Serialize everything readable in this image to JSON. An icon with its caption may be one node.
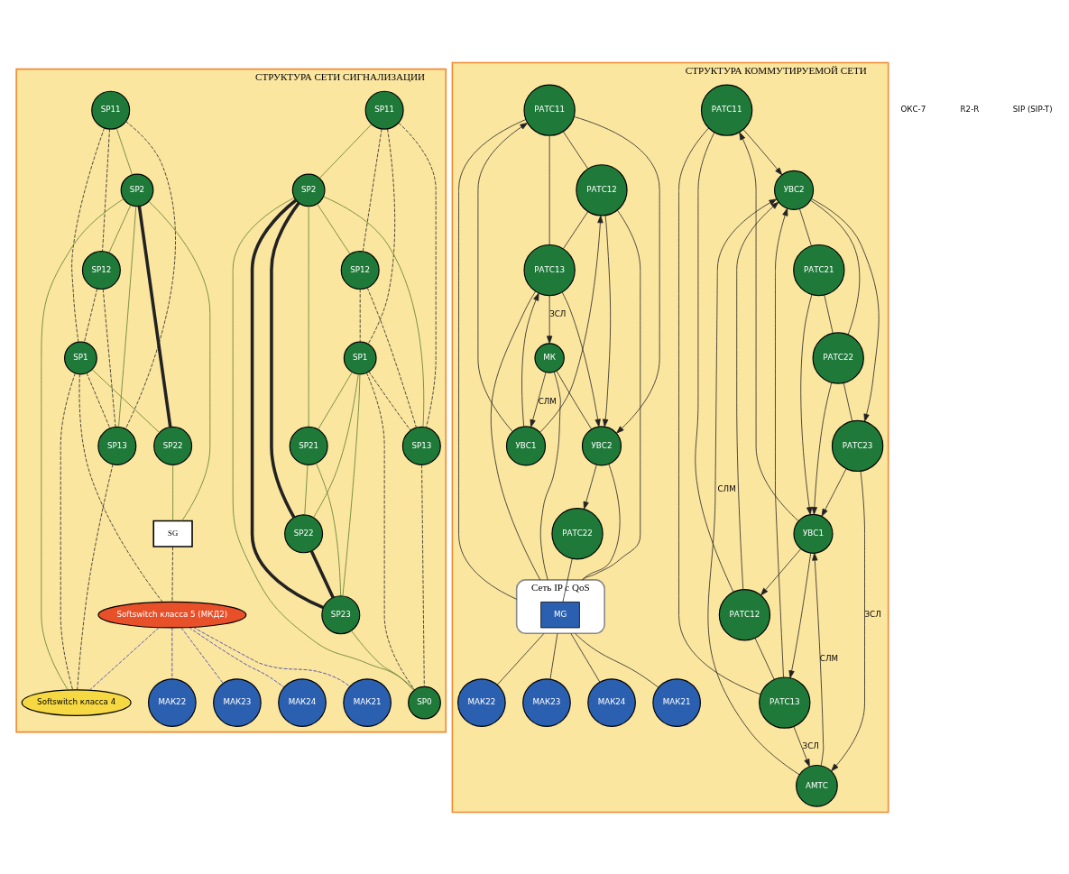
{
  "diagram": {
    "nodes": [
      {
        "text": [
          "СТРУКТУРА СЕТИ СИГНАЛИЗАЦИИ"
        ]
      },
      {
        "text": [
          "SP11"
        ],
        "in": 0
      },
      {
        "text": [
          "SP2"
        ],
        "in": 0
      },
      {
        "text": [
          "SP21"
        ],
        "in": 0
      },
      {
        "text": [
          "SP12"
        ],
        "in": 0
      },
      {
        "text": [
          "SP1"
        ],
        "in": 0
      },
      {
        "text": [
          "SP22"
        ],
        "in": 0
      },
      {
        "text": [
          "SP23"
        ],
        "in": 0
      },
      {
        "text": [
          "SP13"
        ],
        "in": 0
      },
      {
        "text": [
          "SP0"
        ],
        "in": 0
      },
      {
        "text": [
          "SP11"
        ],
        "in": 0
      },
      {
        "text": [
          "SP2"
        ],
        "in": 0
      },
      {
        "text": [
          "МАК23"
        ],
        "in": 0
      },
      {
        "text": [
          "МАК24"
        ],
        "in": 0
      },
      {
        "text": [
          "SP22"
        ],
        "in": 0
      },
      {
        "text": [
          "SP12"
        ],
        "in": 0
      },
      {
        "text": [
          "SP1"
        ],
        "in": 0
      },
      {
        "text": [
          "SG"
        ],
        "in": 0
      },
      {
        "text": [
          "Softswitch класса 5 (МКД2)"
        ],
        "in": 0
      },
      {
        "text": [
          "SP13"
        ],
        "in": 0
      },
      {
        "text": [
          "МАК21"
        ],
        "in": 0
      },
      {
        "text": [
          "МАК22"
        ],
        "in": 0
      },
      {
        "text": [
          "Softswitch класса 4"
        ],
        "in": 0
      },
      {
        "text": [
          "СТРУКТУРА КОММУТИРУЕМОЙ СЕТИ"
        ]
      },
      {
        "text": [
          "РАТС11"
        ],
        "in": 23
      },
      {
        "text": [
          "УВС2"
        ],
        "in": 23
      },
      {
        "text": [
          "РАТС21"
        ],
        "in": 23
      },
      {
        "text": [
          "РАТС22"
        ],
        "in": 23
      },
      {
        "text": [
          "УВС1"
        ],
        "in": 23
      },
      {
        "text": [
          "РАТС12"
        ],
        "in": 23
      },
      {
        "text": [
          "РАТС23"
        ],
        "in": 23
      },
      {
        "text": [
          "РАТС13"
        ],
        "in": 23
      },
      {
        "text": [
          "АМТС"
        ],
        "in": 23
      },
      {
        "text": [
          "РАТС11"
        ],
        "in": 23
      },
      {
        "text": [
          "МАК23"
        ],
        "in": 23
      },
      {
        "text": [
          "УВС2"
        ],
        "in": 23
      },
      {
        "text": [
          "РАТС22"
        ],
        "in": 23
      },
      {
        "text": [
          "МАК24"
        ],
        "in": 23
      },
      {
        "text": [
          "РАТС12"
        ],
        "in": 23
      },
      {
        "text": [
          "УВС1"
        ],
        "in": 23
      },
      {
        "text": [
          "Сеть IP с QoS"
        ],
        "in": 23
      },
      {
        "text": [
          "MG"
        ],
        "in": 40
      },
      {
        "text": [
          "РАТС13"
        ],
        "in": 23
      },
      {
        "text": [
          "МК"
        ],
        "in": 23
      },
      {
        "text": [
          "МАК21"
        ],
        "in": 23
      },
      {
        "text": [
          "МАК22"
        ],
        "in": 23
      }
    ],
    "edges": [
      {
        "from": 1,
        "to": 4,
        "arrow": "none",
        "style": "dashed"
      },
      {
        "from": 1,
        "to": 8,
        "arrow": "none",
        "style": "dashed"
      },
      {
        "from": 1,
        "to": 5,
        "arrow": "none",
        "style": "dashed"
      },
      {
        "from": 4,
        "to": 5,
        "arrow": "none",
        "style": "dashed"
      },
      {
        "from": 4,
        "to": 8,
        "arrow": "none",
        "style": "dashed"
      },
      {
        "from": 5,
        "to": 8,
        "arrow": "none",
        "style": "dashed"
      },
      {
        "from": 5,
        "to": 9,
        "arrow": "none",
        "style": "dashed"
      },
      {
        "from": 8,
        "to": 9,
        "arrow": "none",
        "style": "dashed"
      },
      {
        "from": 2,
        "to": 6,
        "arrow": "none",
        "style": "thick"
      },
      {
        "from": 2,
        "to": 7,
        "arrow": "none",
        "style": "thick"
      },
      {
        "from": 6,
        "to": 7,
        "arrow": "none",
        "style": "thick"
      },
      {
        "from": 1,
        "to": 2,
        "arrow": "none",
        "color": "#5a7a2a"
      },
      {
        "from": 2,
        "to": 3,
        "arrow": "none",
        "color": "#5a7a2a"
      },
      {
        "from": 2,
        "to": 4,
        "arrow": "none",
        "color": "#5a7a2a"
      },
      {
        "from": 2,
        "to": 8,
        "arrow": "none",
        "color": "#5a7a2a"
      },
      {
        "from": 2,
        "to": 9,
        "arrow": "none",
        "color": "#5a7a2a"
      },
      {
        "from": 5,
        "to": 3,
        "arrow": "none",
        "color": "#5a7a2a"
      },
      {
        "from": 5,
        "to": 6,
        "arrow": "none",
        "color": "#5a7a2a"
      },
      {
        "from": 5,
        "to": 7,
        "arrow": "none",
        "color": "#5a7a2a"
      },
      {
        "from": 3,
        "to": 6,
        "arrow": "none",
        "color": "#5a7a2a"
      },
      {
        "from": 3,
        "to": 7,
        "arrow": "none",
        "color": "#5a7a2a"
      },
      {
        "from": 7,
        "to": 9,
        "arrow": "none",
        "color": "#5a7a2a"
      },
      {
        "from": 10,
        "to": 15,
        "arrow": "none",
        "style": "dashed"
      },
      {
        "from": 10,
        "to": 19,
        "arrow": "none",
        "style": "dashed"
      },
      {
        "from": 10,
        "to": 16,
        "arrow": "none",
        "style": "dashed"
      },
      {
        "from": 15,
        "to": 16,
        "arrow": "none",
        "style": "dashed"
      },
      {
        "from": 15,
        "to": 19,
        "arrow": "none",
        "style": "dashed"
      },
      {
        "from": 16,
        "to": 19,
        "arrow": "none",
        "style": "dashed"
      },
      {
        "from": 16,
        "to": 22,
        "arrow": "none",
        "style": "dashed"
      },
      {
        "from": 19,
        "to": 22,
        "arrow": "none",
        "style": "dashed"
      },
      {
        "from": 16,
        "to": 18,
        "arrow": "none",
        "style": "dashed"
      },
      {
        "from": 17,
        "to": 18,
        "arrow": "none",
        "style": "dashed"
      },
      {
        "from": 11,
        "to": 14,
        "arrow": "none",
        "style": "thick"
      },
      {
        "from": 10,
        "to": 11,
        "arrow": "none",
        "color": "#5a7a2a"
      },
      {
        "from": 11,
        "to": 15,
        "arrow": "none",
        "color": "#5a7a2a"
      },
      {
        "from": 11,
        "to": 19,
        "arrow": "none",
        "color": "#5a7a2a"
      },
      {
        "from": 11,
        "to": 22,
        "arrow": "none",
        "color": "#5a7a2a"
      },
      {
        "from": 11,
        "to": 17,
        "arrow": "none",
        "color": "#5a7a2a"
      },
      {
        "from": 16,
        "to": 14,
        "arrow": "none",
        "color": "#5a7a2a"
      },
      {
        "from": 14,
        "to": 17,
        "arrow": "none",
        "color": "#5a7a2a"
      },
      {
        "from": 18,
        "to": 12,
        "arrow": "none",
        "style": "dashed",
        "color": "#3333aa"
      },
      {
        "from": 18,
        "to": 13,
        "arrow": "none",
        "style": "dashed",
        "color": "#3333aa"
      },
      {
        "from": 18,
        "to": 20,
        "arrow": "none",
        "style": "dashed",
        "color": "#3333aa"
      },
      {
        "from": 18,
        "to": 21,
        "arrow": "none",
        "style": "dashed",
        "color": "#3333aa"
      },
      {
        "from": 18,
        "to": 22,
        "arrow": "none",
        "style": "dashed",
        "color": "#3333aa"
      },
      {
        "from": 24,
        "to": 25,
        "arrow": "to"
      },
      {
        "from": 28,
        "to": 24,
        "arrow": "to"
      },
      {
        "from": 24,
        "to": 29,
        "arrow": "none"
      },
      {
        "from": 24,
        "to": 31,
        "arrow": "none"
      },
      {
        "from": 29,
        "to": 25,
        "arrow": "to"
      },
      {
        "from": 28,
        "to": 29,
        "arrow": "to"
      },
      {
        "from": 29,
        "to": 31,
        "arrow": "none"
      },
      {
        "from": 28,
        "to": 31,
        "arrow": "to"
      },
      {
        "from": 31,
        "to": 25,
        "arrow": "to"
      },
      {
        "from": 32,
        "to": 28,
        "arrow": "to",
        "label": "СЛМ"
      },
      {
        "from": 32,
        "to": 25,
        "arrow": "to",
        "label": "СЛМ"
      },
      {
        "from": 31,
        "to": 32,
        "arrow": "to",
        "label": "ЗСЛ"
      },
      {
        "from": 30,
        "to": 32,
        "arrow": "to",
        "label": "ЗСЛ"
      },
      {
        "from": 25,
        "to": 30,
        "arrow": "to"
      },
      {
        "from": 25,
        "to": 27,
        "arrow": "none"
      },
      {
        "from": 25,
        "to": 26,
        "arrow": "none"
      },
      {
        "from": 26,
        "to": 28,
        "arrow": "to"
      },
      {
        "from": 27,
        "to": 28,
        "arrow": "to"
      },
      {
        "from": 30,
        "to": 28,
        "arrow": "to"
      },
      {
        "from": 26,
        "to": 27,
        "arrow": "none"
      },
      {
        "from": 27,
        "to": 30,
        "arrow": "none"
      },
      {
        "from": 33,
        "to": 35,
        "arrow": "to"
      },
      {
        "from": 39,
        "to": 33,
        "arrow": "to"
      },
      {
        "from": 33,
        "to": 38,
        "arrow": "none"
      },
      {
        "from": 33,
        "to": 42,
        "arrow": "none"
      },
      {
        "from": 33,
        "to": 40,
        "arrow": "none"
      },
      {
        "from": 38,
        "to": 35,
        "arrow": "to"
      },
      {
        "from": 39,
        "to": 38,
        "arrow": "to"
      },
      {
        "from": 38,
        "to": 42,
        "arrow": "none"
      },
      {
        "from": 38,
        "to": 40,
        "arrow": "none"
      },
      {
        "from": 39,
        "to": 42,
        "arrow": "to"
      },
      {
        "from": 42,
        "to": 35,
        "arrow": "to"
      },
      {
        "from": 42,
        "to": 40,
        "arrow": "none"
      },
      {
        "from": 42,
        "to": 43,
        "arrow": "to",
        "label": "ЗСЛ"
      },
      {
        "from": 43,
        "to": 39,
        "arrow": "to",
        "label": "СЛМ"
      },
      {
        "from": 43,
        "to": 35,
        "arrow": "none"
      },
      {
        "from": 43,
        "to": 40,
        "arrow": "none"
      },
      {
        "from": 35,
        "to": 36,
        "arrow": "to"
      },
      {
        "from": 35,
        "to": 40,
        "arrow": "none"
      },
      {
        "from": 36,
        "to": 41,
        "arrow": "none"
      },
      {
        "from": 40,
        "to": 34,
        "arrow": "none"
      },
      {
        "from": 40,
        "to": 37,
        "arrow": "none"
      },
      {
        "from": 40,
        "to": 44,
        "arrow": "none"
      },
      {
        "from": 40,
        "to": 45,
        "arrow": "none"
      }
    ],
    "legend": [
      {
        "text": "ОКС-7"
      },
      {
        "text": "R2-R"
      },
      {
        "text": "SIP (SIP-T)"
      }
    ]
  }
}
